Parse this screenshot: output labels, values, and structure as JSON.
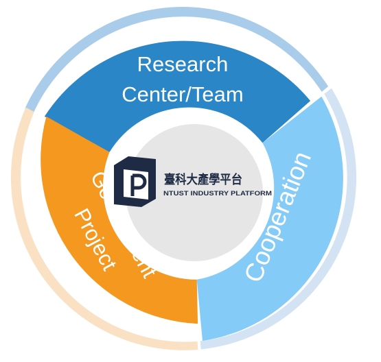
{
  "segments": {
    "research": {
      "line1": "Research",
      "line2": "Center/Team",
      "color": "#2A86C6",
      "ring_color": "#A9CCEA"
    },
    "cooperation": {
      "label": "Cooperation",
      "color": "#85CBF7",
      "ring_color": "#D3E3F4"
    },
    "government": {
      "line1": "Government",
      "line2": "Project",
      "color": "#F4981F",
      "ring_color": "#FBE1C4"
    }
  },
  "center": {
    "title": "臺科大產學平台",
    "subtitle": "NTUST INDUSTRY PLATFORM",
    "color": "#E6E6E6",
    "logo_color": "#1F2B44"
  }
}
